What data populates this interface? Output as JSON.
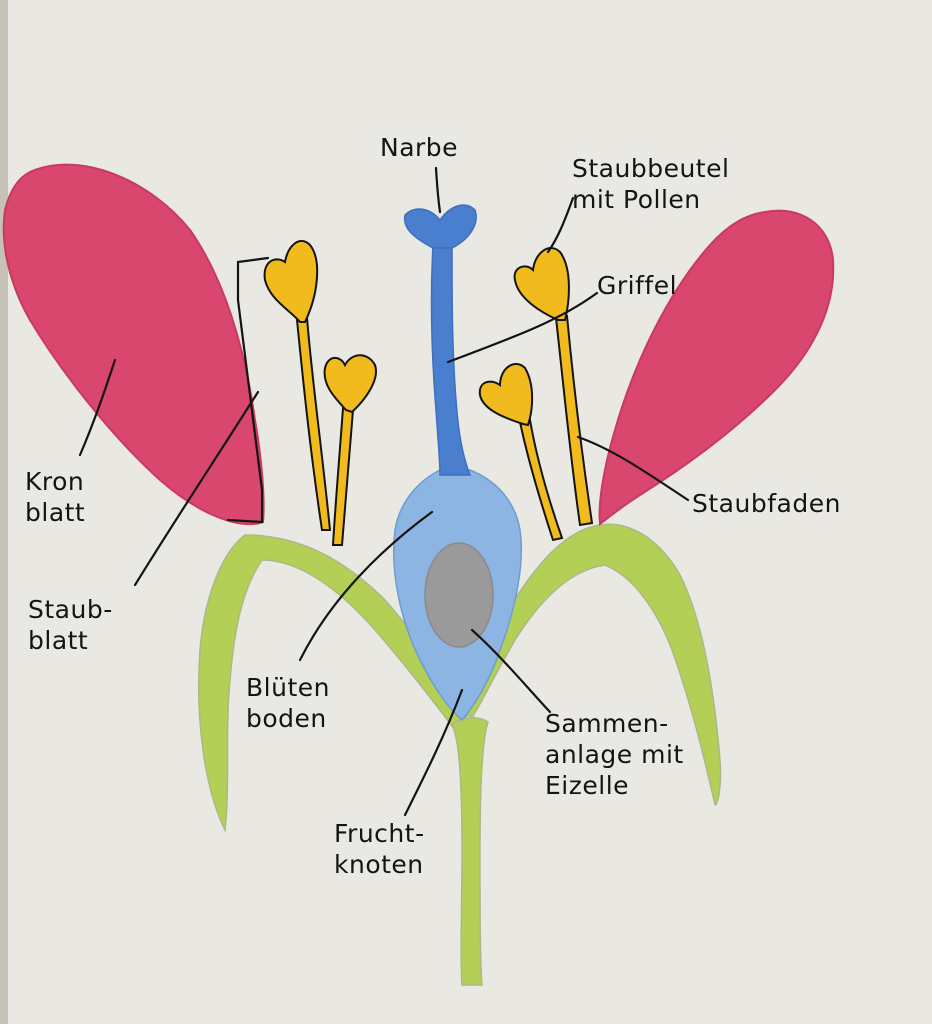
{
  "labels": {
    "narbe": {
      "line1": "Narbe"
    },
    "staubbeutel": {
      "line1": "Staubbeutel",
      "line2": "mit Pollen"
    },
    "griffel": {
      "line1": "Griffel"
    },
    "kronblatt": {
      "line1": "Kron",
      "line2": "blatt"
    },
    "staubblatt": {
      "line1": "Staub-",
      "line2": "blatt"
    },
    "staubfaden": {
      "line1": "Staubfaden"
    },
    "bluetenboden": {
      "line1": "Blüten",
      "line2": "boden"
    },
    "samenanlage": {
      "line1": "Sammen-",
      "line2": "anlage mit",
      "line3": "Eizelle"
    },
    "fruchtknoten": {
      "line1": "Frucht-",
      "line2": "knoten"
    }
  },
  "colors": {
    "paper": "#e9e8e2",
    "petal": "#d9476f",
    "sepal": "#b3cf55",
    "stamen": "#f2bb1d",
    "pistil": "#4a7fcf",
    "ovary": "#8db5e3",
    "ovule": "#9a9a9a",
    "ink": "#141414"
  }
}
